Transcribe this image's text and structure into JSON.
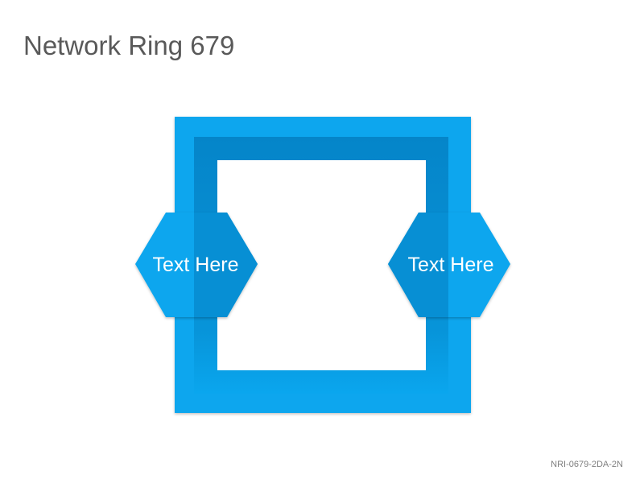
{
  "slide": {
    "title": "Network Ring 679",
    "code": "NRI-0679-2DA-2N"
  },
  "diagram": {
    "type": "ring",
    "nodes": [
      {
        "label": "Text Here",
        "side": "left"
      },
      {
        "label": "Text Here",
        "side": "right"
      }
    ],
    "colors": {
      "primary": "#0aa6ee",
      "dark": "#0585c9",
      "overlap": "#078fd4",
      "label": "#ffffff"
    }
  }
}
